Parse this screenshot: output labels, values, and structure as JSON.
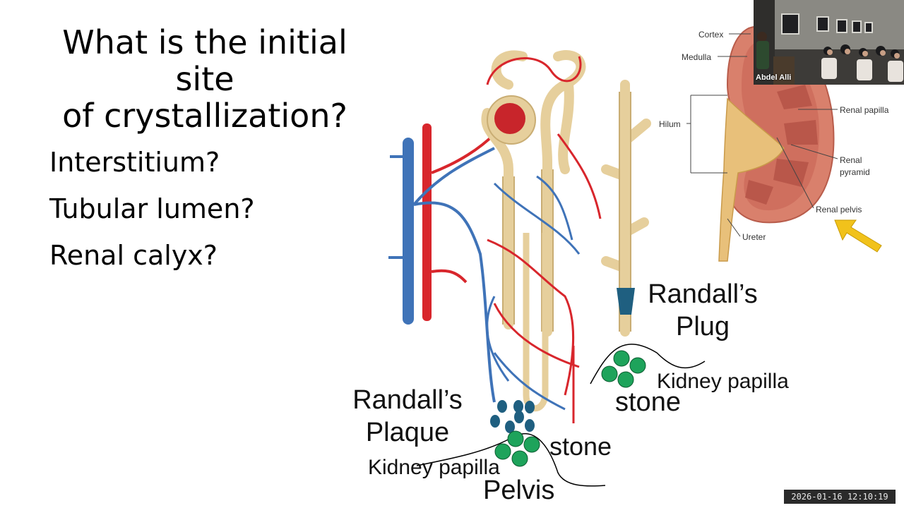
{
  "slide": {
    "title_line1": "What is the initial site",
    "title_line2": "of crystallization?",
    "options": [
      "Interstitium?",
      "Tubular lumen?",
      "Renal calyx?"
    ]
  },
  "diagram": {
    "randalls_plug_line1": "Randall’s",
    "randalls_plug_line2": "Plug",
    "kidney_papilla_right": "Kidney papilla",
    "stone_right": "stone",
    "randalls_plaque_line1": "Randall’s",
    "randalls_plaque_line2": "Plaque",
    "stone_left": "stone",
    "kidney_papilla_left": "Kidney papilla",
    "pelvis": "Pelvis"
  },
  "kidney_figure": {
    "cortex": "Cortex",
    "medulla": "Medulla",
    "hilum": "Hilum",
    "renal_papilla": "Renal papilla",
    "renal_pyramid_line1": "Renal",
    "renal_pyramid_line2": "pyramid",
    "renal_pelvis": "Renal pelvis",
    "ureter": "Ureter"
  },
  "webcam": {
    "participant_name": "Abdel Alli"
  },
  "timestamp": "2026-01-16  12:10:19",
  "colors": {
    "artery_red": "#d8262c",
    "vein_blue": "#3f73b8",
    "tubule_tan": "#e6cf9c",
    "stone_green": "#1ea35b",
    "plug_blue": "#1f5f80",
    "arrow_yellow": "#f1c21b"
  }
}
